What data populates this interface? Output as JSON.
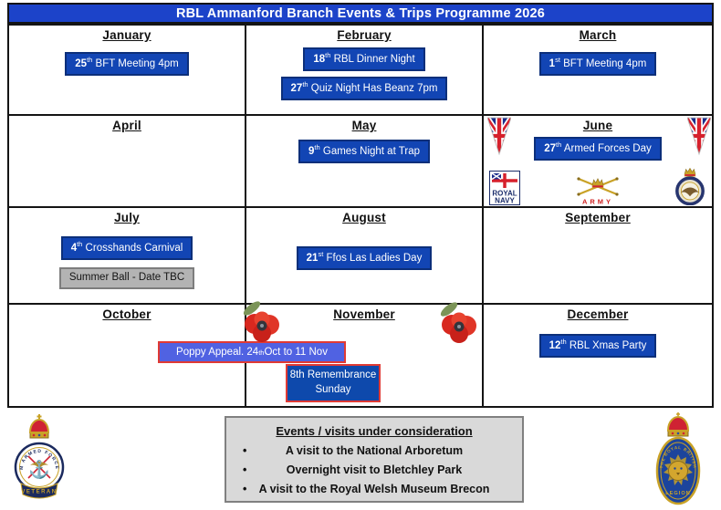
{
  "title": "RBL Ammanford Branch Events & Trips Programme 2026",
  "months": [
    {
      "name": "January",
      "events": [
        {
          "day": "25",
          "sup": "th",
          "text": " BFT Meeting 4pm"
        }
      ]
    },
    {
      "name": "February",
      "events": [
        {
          "day": "18",
          "sup": "th",
          "text": " RBL Dinner Night"
        },
        {
          "day": "27",
          "sup": "th",
          "text": " Quiz Night Has Beanz 7pm"
        }
      ]
    },
    {
      "name": "March",
      "events": [
        {
          "day": "1",
          "sup": "st",
          "text": " BFT Meeting 4pm"
        }
      ]
    },
    {
      "name": "April",
      "events": []
    },
    {
      "name": "May",
      "events": [
        {
          "day": "9",
          "sup": "th",
          "text": " Games Night at Trap"
        }
      ]
    },
    {
      "name": "June",
      "events": [
        {
          "day": "27",
          "sup": "th",
          "text": " Armed Forces Day"
        }
      ]
    },
    {
      "name": "July",
      "events": [
        {
          "day": "4",
          "sup": "th",
          "text": " Crosshands Carnival"
        }
      ],
      "tbc_event": "Summer Ball - Date TBC"
    },
    {
      "name": "August",
      "events": [
        {
          "day": "21",
          "sup": "st",
          "text": " Ffos Las Ladies Day"
        }
      ]
    },
    {
      "name": "September",
      "events": []
    },
    {
      "name": "October",
      "events": []
    },
    {
      "name": "November",
      "events": []
    },
    {
      "name": "December",
      "events": [
        {
          "day": "12",
          "sup": "th",
          "text": " RBL Xmas Party"
        }
      ]
    }
  ],
  "overlays": {
    "poppy_appeal": {
      "prefix": "Poppy Appeal. 24",
      "sup": "th",
      "rest": " Oct to 11 Nov"
    },
    "remembrance": {
      "line1": "8th Remembrance",
      "line2": "Sunday"
    }
  },
  "consideration": {
    "heading": "Events / visits under consideration",
    "bullet": "•",
    "items": [
      "A visit to the National Arboretum",
      "Overnight visit to Bletchley Park",
      "A visit to the Royal Welsh Museum Brecon"
    ]
  },
  "logos": {
    "royal_navy_line1": "ROYAL",
    "royal_navy_line2": "NAVY",
    "army_label": "ARMY",
    "veteran_arc": "HM ARMED FORCES",
    "veteran_label": "VETERAN",
    "rbl_arc": "THE ROYAL BRITISH",
    "rbl_label": "LEGION",
    "anchor_glyph": "⚓"
  },
  "colors": {
    "title_blue": "#1c43c9",
    "event_blue": "#1245b4",
    "event_border": "#0c2f7a",
    "appeal_blue": "#5062e2",
    "remembrance_blue": "#0e49ac",
    "poppy_red": "#e03a34",
    "tbc_gray": "#b3b3b3",
    "panel_gray": "#d9d9d9"
  }
}
